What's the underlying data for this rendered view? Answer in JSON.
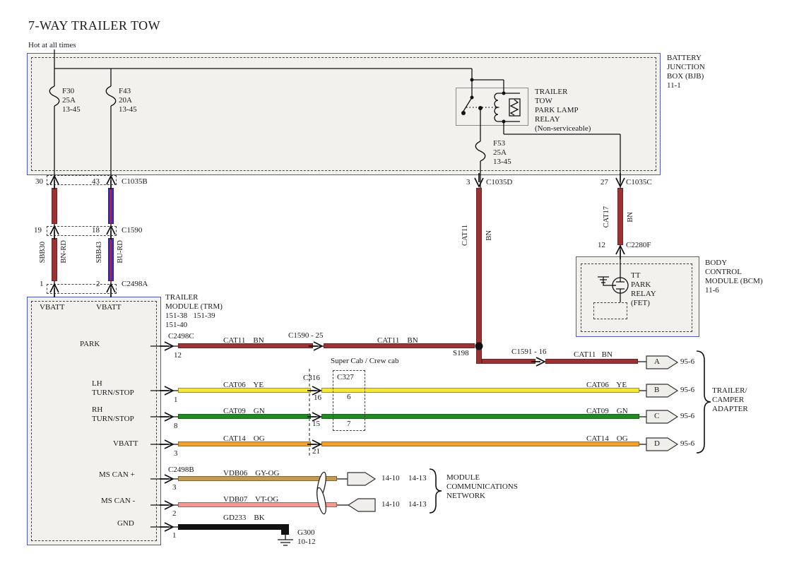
{
  "colors": {
    "module_border": "#4a5abf",
    "wire_bn": "#9e3232",
    "wire_bu_rd": "#3a2ec8",
    "wire_ye": "#f6e63c",
    "wire_gn": "#1f8c1f",
    "wire_og": "#f0a22a",
    "wire_gy_og": "#c79a52",
    "wire_vt_og": "#f29a92",
    "wire_bk": "#111111"
  },
  "header": {
    "title": "7-WAY TRAILER TOW",
    "hot": "Hot at all times"
  },
  "bjb": {
    "label": "BATTERY\nJUNCTION\nBOX (BJB)\n11-1",
    "f30": "F30\n25A\n13-45",
    "f43": "F43\n20A\n13-45",
    "f53": "F53\n25A\n13-45",
    "relay": "TRAILER\nTOW\nPARK LAMP\nRELAY\n(Non-serviceable)"
  },
  "left_chain": {
    "pin30": "30",
    "pin43": "43",
    "c1035b": "C1035B",
    "pin19": "19",
    "pin18": "18",
    "c1590": "C1590",
    "sbb30": "SBB30",
    "bn_rd": "BN-RD",
    "sbb43": "SBB43",
    "bu_rd": "BU-RD",
    "pin1": "1",
    "pin2": "2",
    "c2498a": "C2498A"
  },
  "right_chain": {
    "pin3": "3",
    "c1035d": "C1035D",
    "cat11": "CAT11",
    "bn": "BN",
    "pin27": "27",
    "c1035c": "C1035C",
    "cat17": "CAT17",
    "bn2": "BN",
    "pin12": "12",
    "c2280f": "C2280F"
  },
  "bcm": {
    "label": "BODY\nCONTROL\nMODULE (BCM)\n11-6",
    "relay": "TT\nPARK\nRELAY\n(FET)"
  },
  "trm": {
    "label": "TRAILER\nMODULE (TRM)\n151-38   151-39\n151-40",
    "vbatt_a": "VBATT",
    "vbatt_b": "VBATT",
    "park": "PARK",
    "lh": "LH\nTURN/STOP",
    "rh": "RH\nTURN/STOP",
    "vbatt": "VBATT",
    "can_p": "MS CAN +",
    "can_n": "MS CAN -",
    "gnd": "GND"
  },
  "park_row": {
    "c2498c": "C2498C",
    "pin": "12",
    "w1": "CAT11    BN",
    "c1590_25": "C1590 - 25",
    "w2": "CAT11    BN",
    "s198": "S198",
    "c1591_16": "C1591 - 16",
    "w3": "CAT11   BN",
    "tag": "A",
    "ref": "95-6"
  },
  "lh_row": {
    "pin": "1",
    "wl": "CAT06    YE",
    "c316": "C316",
    "pin16": "16",
    "pin6": "6",
    "wr": "CAT06    YE",
    "tag": "B",
    "ref": "95-6"
  },
  "cab_note": "Super Cab / Crew cab",
  "c327": "C327",
  "rh_row": {
    "pin": "8",
    "wl": "CAT09    GN",
    "pin15": "15",
    "pin7": "7",
    "wr": "CAT09    GN",
    "tag": "C",
    "ref": "95-6"
  },
  "vbatt_row": {
    "pin": "3",
    "wl": "CAT14    OG",
    "pin21": "21",
    "wr": "CAT14    OG",
    "tag": "D",
    "ref": "95-6"
  },
  "adapter": "TRAILER/\nCAMPER\nADAPTER",
  "canp_row": {
    "c2498b": "C2498B",
    "pin": "3",
    "w": "VDB06    GY-OG",
    "ref1": "14-10",
    "ref2": "14-13"
  },
  "cann_row": {
    "pin": "2",
    "w": "VDB07    VT-OG",
    "ref1": "14-10",
    "ref2": "14-13"
  },
  "mcn": "MODULE\nCOMMUNICATIONS\nNETWORK",
  "gnd_row": {
    "pin": "1",
    "w": "GD233    BK",
    "g300": "G300\n10-12"
  }
}
